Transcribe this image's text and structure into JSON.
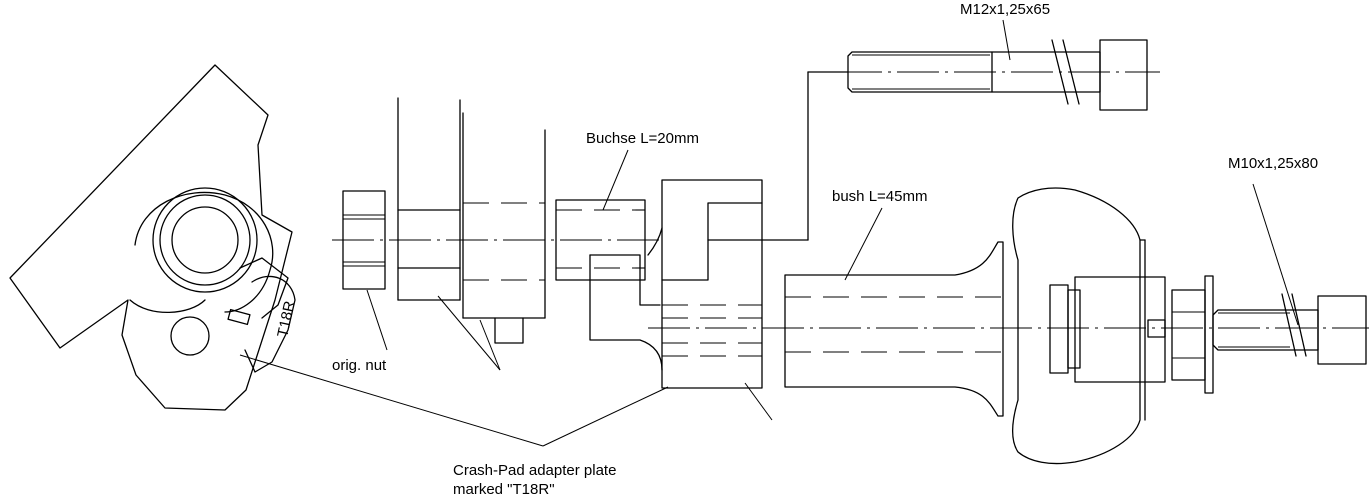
{
  "labels": {
    "bolt_top": "M12x1,25x65",
    "bolt_right": "M10x1,25x80",
    "bush_small": "Buchse L=20mm",
    "bush_large": "bush L=45mm",
    "nut": "orig. nut",
    "adapter_line1": "Crash-Pad adapter plate",
    "adapter_line2": "marked \"T18R\"",
    "part_marking": "T18R"
  }
}
